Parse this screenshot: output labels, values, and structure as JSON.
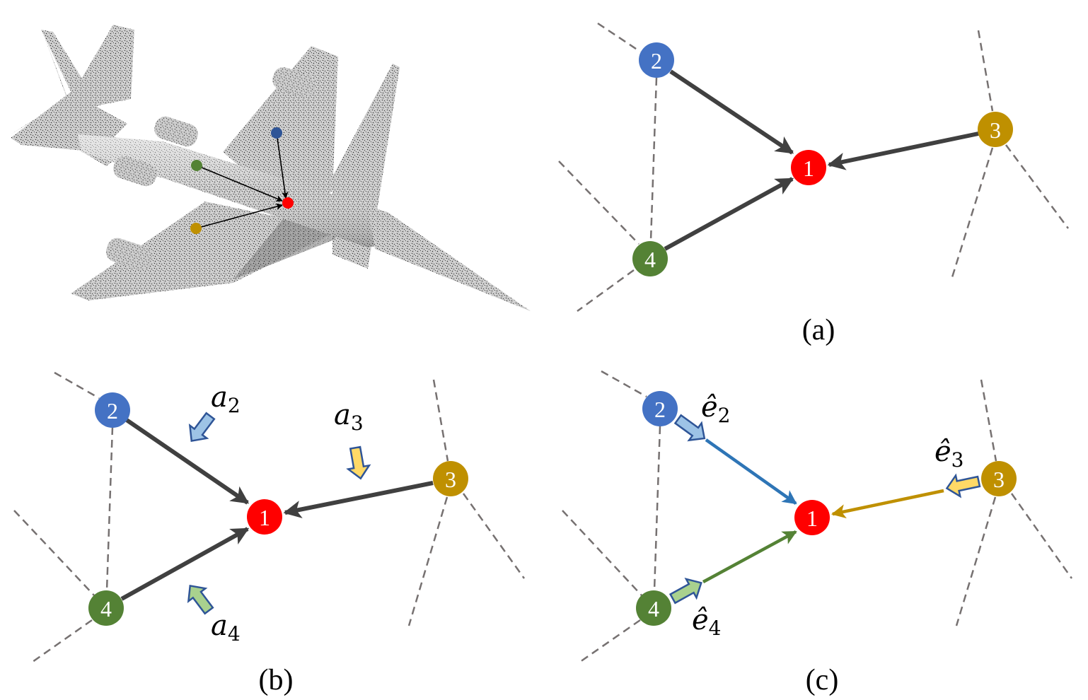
{
  "figure": {
    "description": "Point cloud airplane with sampled points and neighbor aggregation diagrams",
    "colors": {
      "node1": "#ff0000",
      "node2": "#4472c4",
      "node3": "#bf9000",
      "node4": "#548235",
      "edge_dark": "#404040",
      "dash": "#767171",
      "edge_blue": "#2e75b6",
      "edge_gold": "#bf9000",
      "edge_green": "#548235",
      "arrow_blue_fill": "#9dc3e6",
      "arrow_yellow_fill": "#ffd966",
      "arrow_green_fill": "#a9d18e",
      "arrow_outline": "#2f5597",
      "plane_gray": "#b5b5b5"
    },
    "panel_airplane": {
      "name": "airplane-point-cloud",
      "points": [
        "blue-point",
        "green-point",
        "yellow-point",
        "red-point"
      ]
    },
    "panel_a": {
      "caption": "(a)",
      "nodes": [
        {
          "id": "1",
          "label": "1",
          "role": "center"
        },
        {
          "id": "2",
          "label": "2",
          "role": "neighbor"
        },
        {
          "id": "3",
          "label": "3",
          "role": "neighbor"
        },
        {
          "id": "4",
          "label": "4",
          "role": "neighbor"
        }
      ],
      "edges": [
        {
          "from": "2",
          "to": "1"
        },
        {
          "from": "3",
          "to": "1"
        },
        {
          "from": "4",
          "to": "1"
        }
      ]
    },
    "panel_b": {
      "caption": "(b)",
      "nodes": [
        {
          "id": "1",
          "label": "1"
        },
        {
          "id": "2",
          "label": "2"
        },
        {
          "id": "3",
          "label": "3"
        },
        {
          "id": "4",
          "label": "4"
        }
      ],
      "attention_labels": [
        {
          "base": "a",
          "sub": "2"
        },
        {
          "base": "a",
          "sub": "3"
        },
        {
          "base": "a",
          "sub": "4"
        }
      ]
    },
    "panel_c": {
      "caption": "(c)",
      "nodes": [
        {
          "id": "1",
          "label": "1"
        },
        {
          "id": "2",
          "label": "2"
        },
        {
          "id": "3",
          "label": "3"
        },
        {
          "id": "4",
          "label": "4"
        }
      ],
      "edge_labels": [
        {
          "base": "ê",
          "sub": "2"
        },
        {
          "base": "ê",
          "sub": "3"
        },
        {
          "base": "ê",
          "sub": "4"
        }
      ]
    }
  }
}
